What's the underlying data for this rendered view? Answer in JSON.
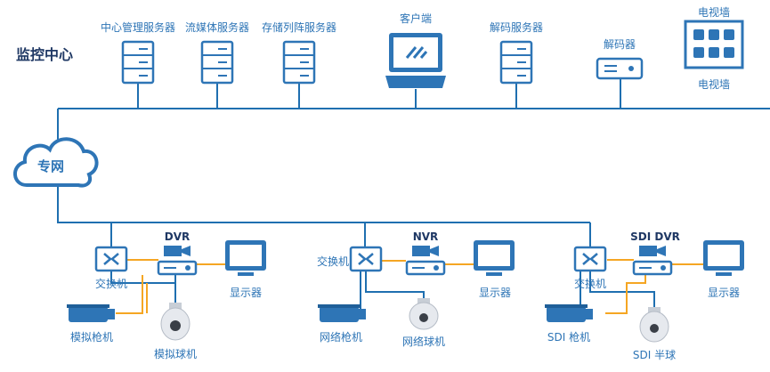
{
  "title": "监控中心",
  "network": "专网",
  "center_devices": [
    {
      "label": "中心管理服务器",
      "icon": "server-icon"
    },
    {
      "label": "流媒体服务器",
      "icon": "server-icon"
    },
    {
      "label": "存储列阵服务器",
      "icon": "server-icon"
    },
    {
      "label": "客户端",
      "icon": "laptop-icon"
    },
    {
      "label": "解码服务器",
      "icon": "server-icon"
    },
    {
      "label": "解码器",
      "icon": "decoder-icon"
    },
    {
      "label": "电视墙",
      "label2": "电视墙",
      "icon": "tv-wall-icon"
    }
  ],
  "groups": [
    {
      "switch": "交换机",
      "recorder": "DVR",
      "monitor": "显示器",
      "camera": "模拟枪机",
      "dome": "模拟球机"
    },
    {
      "switch": "交换机",
      "recorder": "NVR",
      "monitor": "显示器",
      "camera": "网络枪机",
      "dome": "网络球机"
    },
    {
      "switch": "交换机",
      "recorder": "SDI DVR",
      "monitor": "显示器",
      "camera": "SDI 枪机",
      "dome": "SDI 半球"
    }
  ],
  "colors": {
    "blue": "#2e75b6",
    "orange": "#f5a623",
    "dark": "#1f3864",
    "line": "#1f6fb0"
  }
}
